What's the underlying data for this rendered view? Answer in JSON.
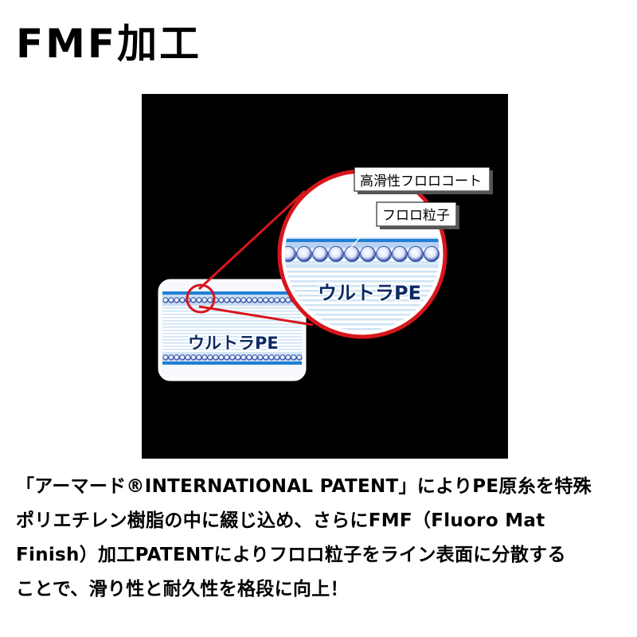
{
  "header": {
    "title": "FMF加工"
  },
  "diagram": {
    "layer_labels": {
      "coat": "高滑性フロロコート",
      "particle": "フロロ粒子"
    },
    "core_label_large": "ウルトラPE",
    "core_label_small": "ウルトラPE",
    "colors": {
      "ring": "#d7161c",
      "stripe": "#cfe3f5",
      "coat": "#1f7fd6",
      "particle": "#1c3a9a",
      "core_text": "#0c2a63"
    }
  },
  "description": {
    "lines": [
      "「アーマード®INTERNATIONAL PATENT」によりPE原糸を特殊",
      "ポリエチレン樹脂の中に綴じ込め、さらにFMF（Fluoro Mat",
      "Finish）加工PATENTによりフロロ粒子をライン表面に分散する",
      "ことで、滑り性と耐久性を格段に向上！"
    ]
  }
}
